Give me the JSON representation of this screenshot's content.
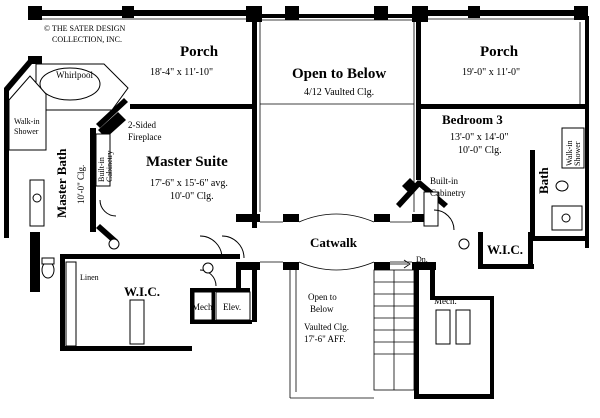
{
  "copyright": "© THE SATER DESIGN COLLECTION, INC.",
  "rooms": {
    "porch_left": {
      "name": "Porch",
      "dims": "18'-4\" x 11'-10\""
    },
    "open_below_top": {
      "name": "Open to Below",
      "note": "4/12 Vaulted Clg."
    },
    "porch_right": {
      "name": "Porch",
      "dims": "19'-0\" x 11'-0\""
    },
    "bedroom3": {
      "name": "Bedroom 3",
      "dims": "13'-0\" x 14'-0\"",
      "ceiling": "10'-0\" Clg."
    },
    "master_suite": {
      "name": "Master Suite",
      "dims": "17'-6\" x 15'-6\" avg.",
      "ceiling": "10'-0\" Clg."
    },
    "master_bath": {
      "name": "Master Bath",
      "ceiling": "10'-0\" Clg."
    },
    "catwalk": {
      "name": "Catwalk"
    },
    "wic_left": {
      "name": "W.I.C."
    },
    "wic_right": {
      "name": "W.I.C."
    },
    "bath_right": {
      "name": "Bath"
    },
    "open_below_bottom": {
      "line1": "Open to",
      "line2": "Below",
      "line3": "Vaulted Clg.",
      "line4": "17'-6\" AFF."
    }
  },
  "fixtures": {
    "whirlpool": "Whirlpool",
    "walk_in_shower_left": {
      "line1": "Walk-in",
      "line2": "Shower"
    },
    "walk_in_shower_right": {
      "line1": "Walk-in",
      "line2": "Shower"
    },
    "fireplace": {
      "line1": "2-Sided",
      "line2": "Fireplace"
    },
    "builtin_left": {
      "line1": "Built-in",
      "line2": "Cabinetry"
    },
    "builtin_right": {
      "line1": "Built-in",
      "line2": "Cabinetry"
    },
    "linen": "Linen",
    "mech_left": "Mech.",
    "elev": "Elev.",
    "mech_right": "Mech.",
    "dn": "Dn."
  }
}
